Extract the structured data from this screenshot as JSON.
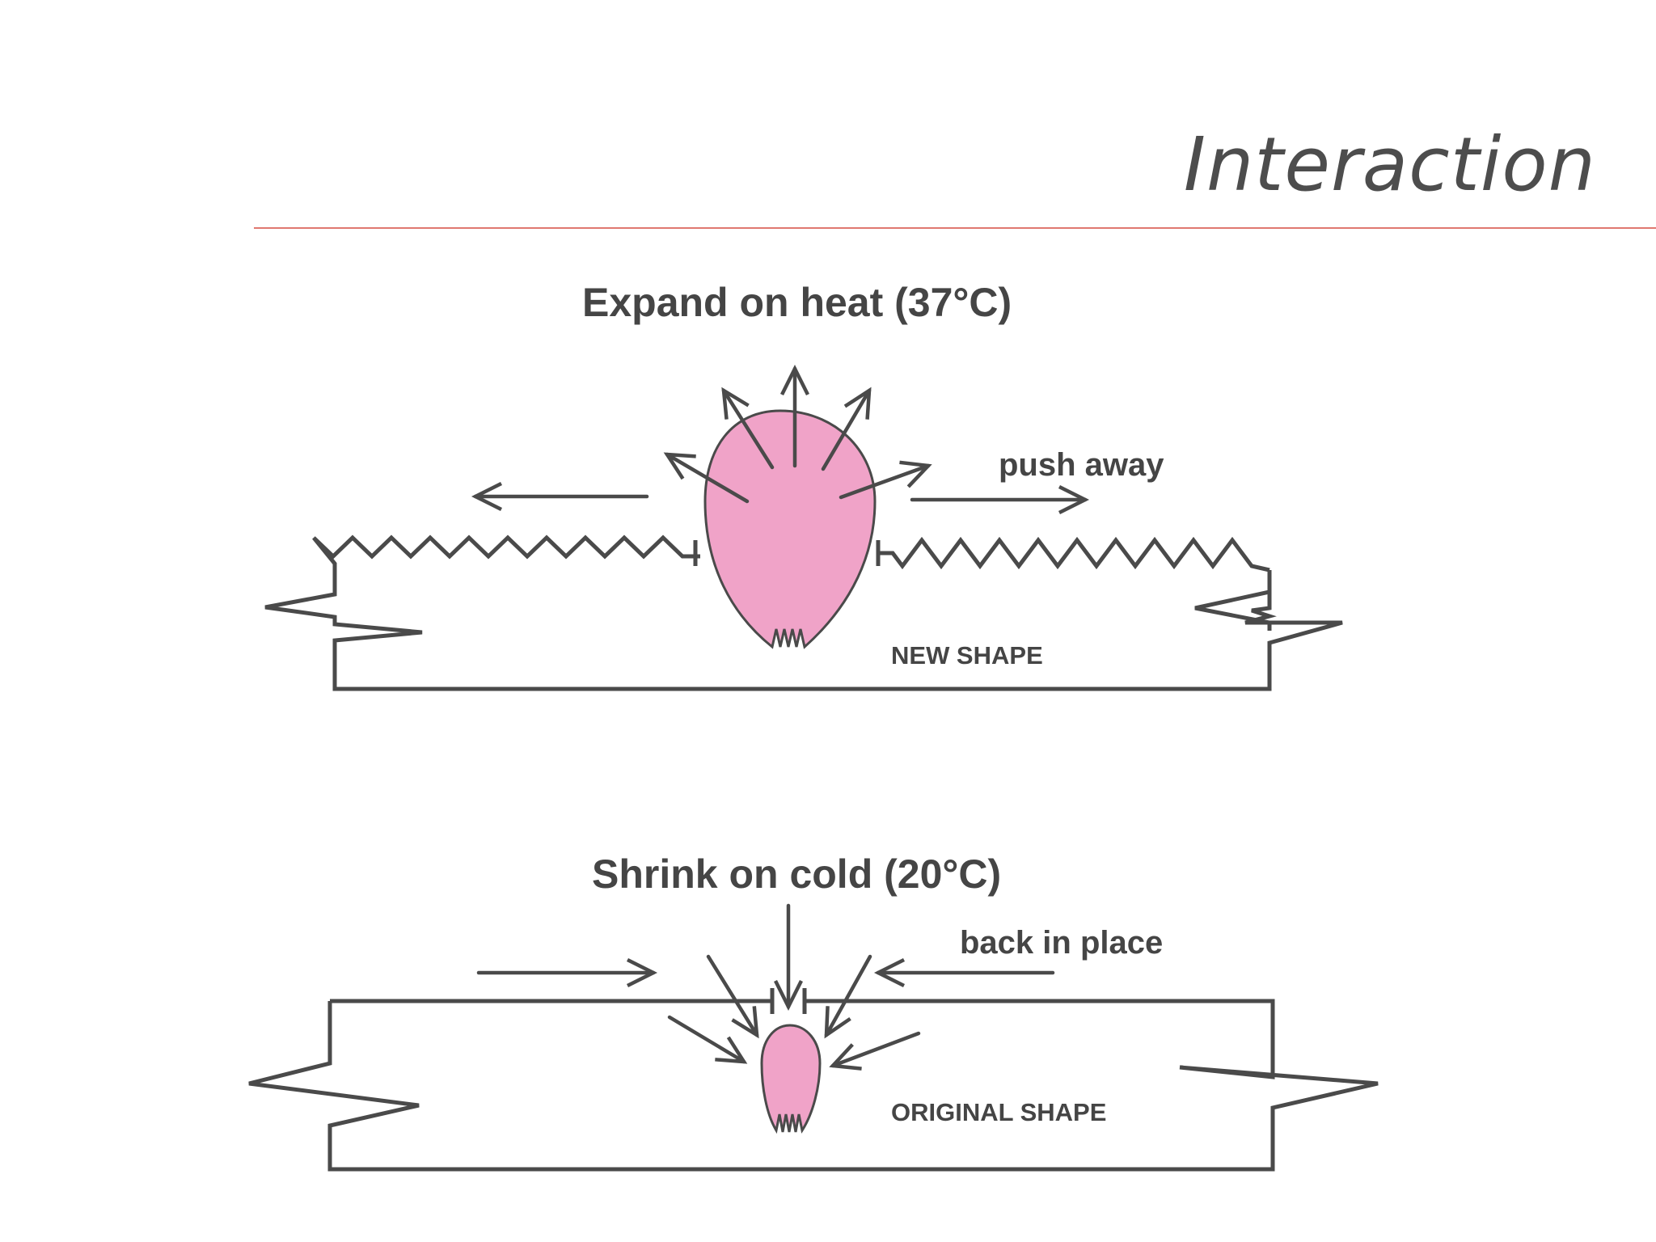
{
  "slide": {
    "title": "Interaction",
    "accent_color": "#e07870",
    "pink_color": "#f0a3c8"
  },
  "expand_panel": {
    "heading": "Expand on heat (37°C)",
    "push_label": "push away",
    "shape_label": "NEW SHAPE"
  },
  "shrink_panel": {
    "heading": "Shrink on cold (20°C)",
    "back_label": "back in place",
    "shape_label": "ORIGINAL SHAPE"
  }
}
